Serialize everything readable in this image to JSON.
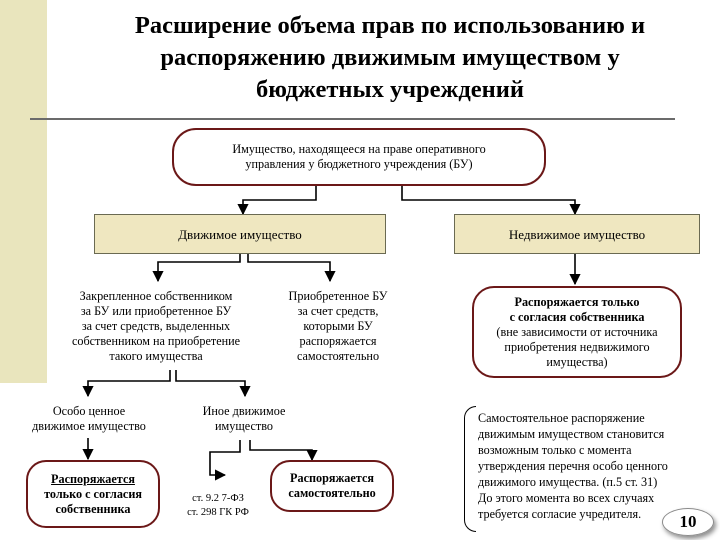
{
  "title": {
    "lines": [
      "Расширение объема прав по использованию и",
      "распоряжению движимым имуществом у",
      "бюджетных учреждений"
    ]
  },
  "root": {
    "lines": [
      "Имущество, находящееся на праве оперативного",
      "управления у бюджетного учреждения (БУ)"
    ]
  },
  "movable": {
    "label": "Движимое имущество"
  },
  "immovable": {
    "label": "Недвижимое имущество"
  },
  "assigned": {
    "lines": [
      "Закрепленное собственником",
      "за БУ или приобретенное БУ",
      "за счет средств, выделенных",
      "собственником на приобретение",
      "такого имущества"
    ]
  },
  "acquired": {
    "lines": [
      "Приобретенное БУ",
      "за счет средств,",
      "которыми  БУ",
      "распоряжается",
      "самостоятельно"
    ]
  },
  "immovable_rule": {
    "lines": [
      "Распоряжается только",
      "с согласия собственника",
      "(вне зависимости от источника",
      "приобретения недвижимого",
      "имущества)"
    ]
  },
  "especially_valuable": {
    "lines": [
      "Особо ценное",
      "движимое имущество"
    ]
  },
  "other_movable": {
    "lines": [
      "Иное движимое",
      "имущество"
    ]
  },
  "owner_consent": {
    "lines": [
      "Распоряжается",
      "только с согласия",
      "собственника"
    ]
  },
  "law_ref": {
    "lines": [
      "ст. 9.2 7-ФЗ",
      "ст. 298 ГК РФ"
    ]
  },
  "independent": {
    "lines": [
      "Распоряжается",
      "самостоятельно"
    ]
  },
  "note": {
    "lines": [
      "Самостоятельное распоряжение",
      "движимым имуществом становится",
      "возможным только с момента",
      "утверждения перечня особо ценного",
      "движимого  имущества.  (п.5 ст. 31)",
      "До этого момента во всех случаях",
      "требуется согласие учредителя."
    ]
  },
  "page_number": "10",
  "colors": {
    "accent_border": "#6b1818",
    "tan_fill": "#efe7c0",
    "side_band": "#e9e5bd"
  }
}
